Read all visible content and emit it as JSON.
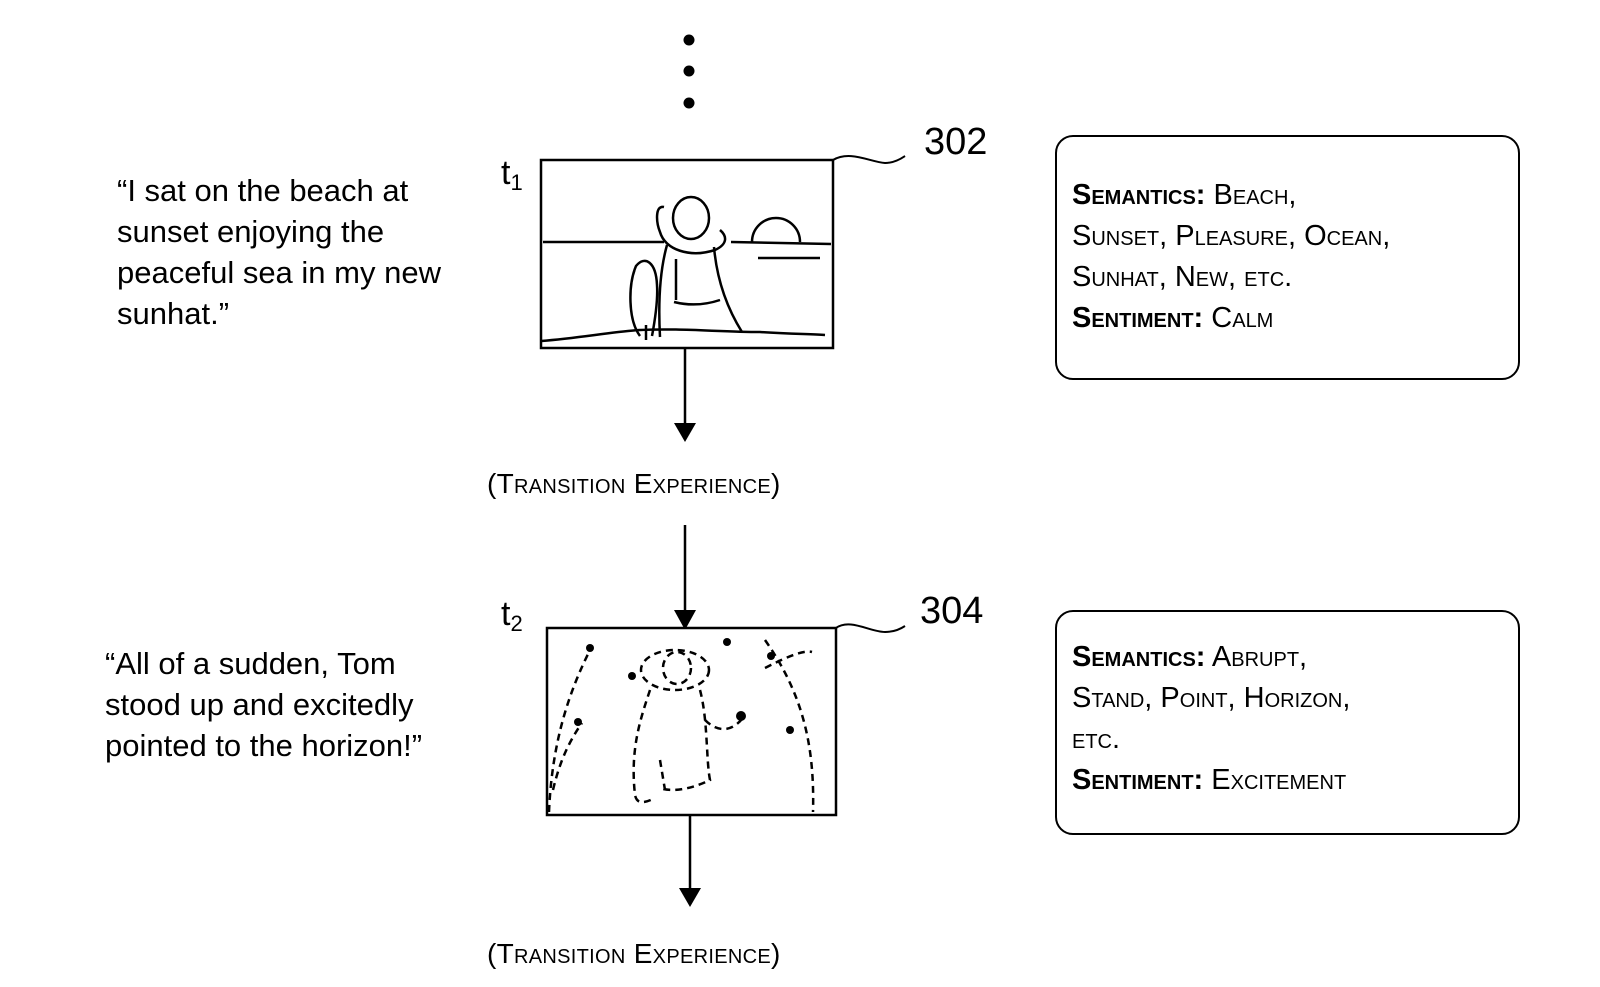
{
  "frames": [
    {
      "id": "frame-302",
      "time_label": "t",
      "time_sub": "1",
      "ref_number": "302",
      "quote": "“I sat on the beach at\nsunset enjoying the\npeaceful sea in my new\nsunhat.”",
      "image_desc": "person in sunhat sitting on beach at sunset",
      "semantics_label": "Semantics:",
      "semantics_value_line1": "Beach,",
      "semantics_value_line2": "Sunset, Pleasure, Ocean,",
      "semantics_value_line3": "Sunhat, New, etc.",
      "sentiment_label": "Sentiment:",
      "sentiment_value": "Calm"
    },
    {
      "id": "frame-304",
      "time_label": "t",
      "time_sub": "2",
      "ref_number": "304",
      "quote": "“All of a sudden, Tom\nstood up and excitedly\npointed to the horizon!”",
      "image_desc": "person standing and pointing with dashed sparkle lines",
      "semantics_label": "Semantics:",
      "semantics_value_line1": "Abrupt,",
      "semantics_value_line2": "Stand, Point, Horizon,",
      "semantics_value_line3": "etc.",
      "sentiment_label": "Sentiment:",
      "sentiment_value": "Excitement"
    }
  ],
  "transitions": [
    "(Transition Experience)",
    "(Transition Experience)"
  ],
  "continuation_icon": "vertical-ellipsis"
}
